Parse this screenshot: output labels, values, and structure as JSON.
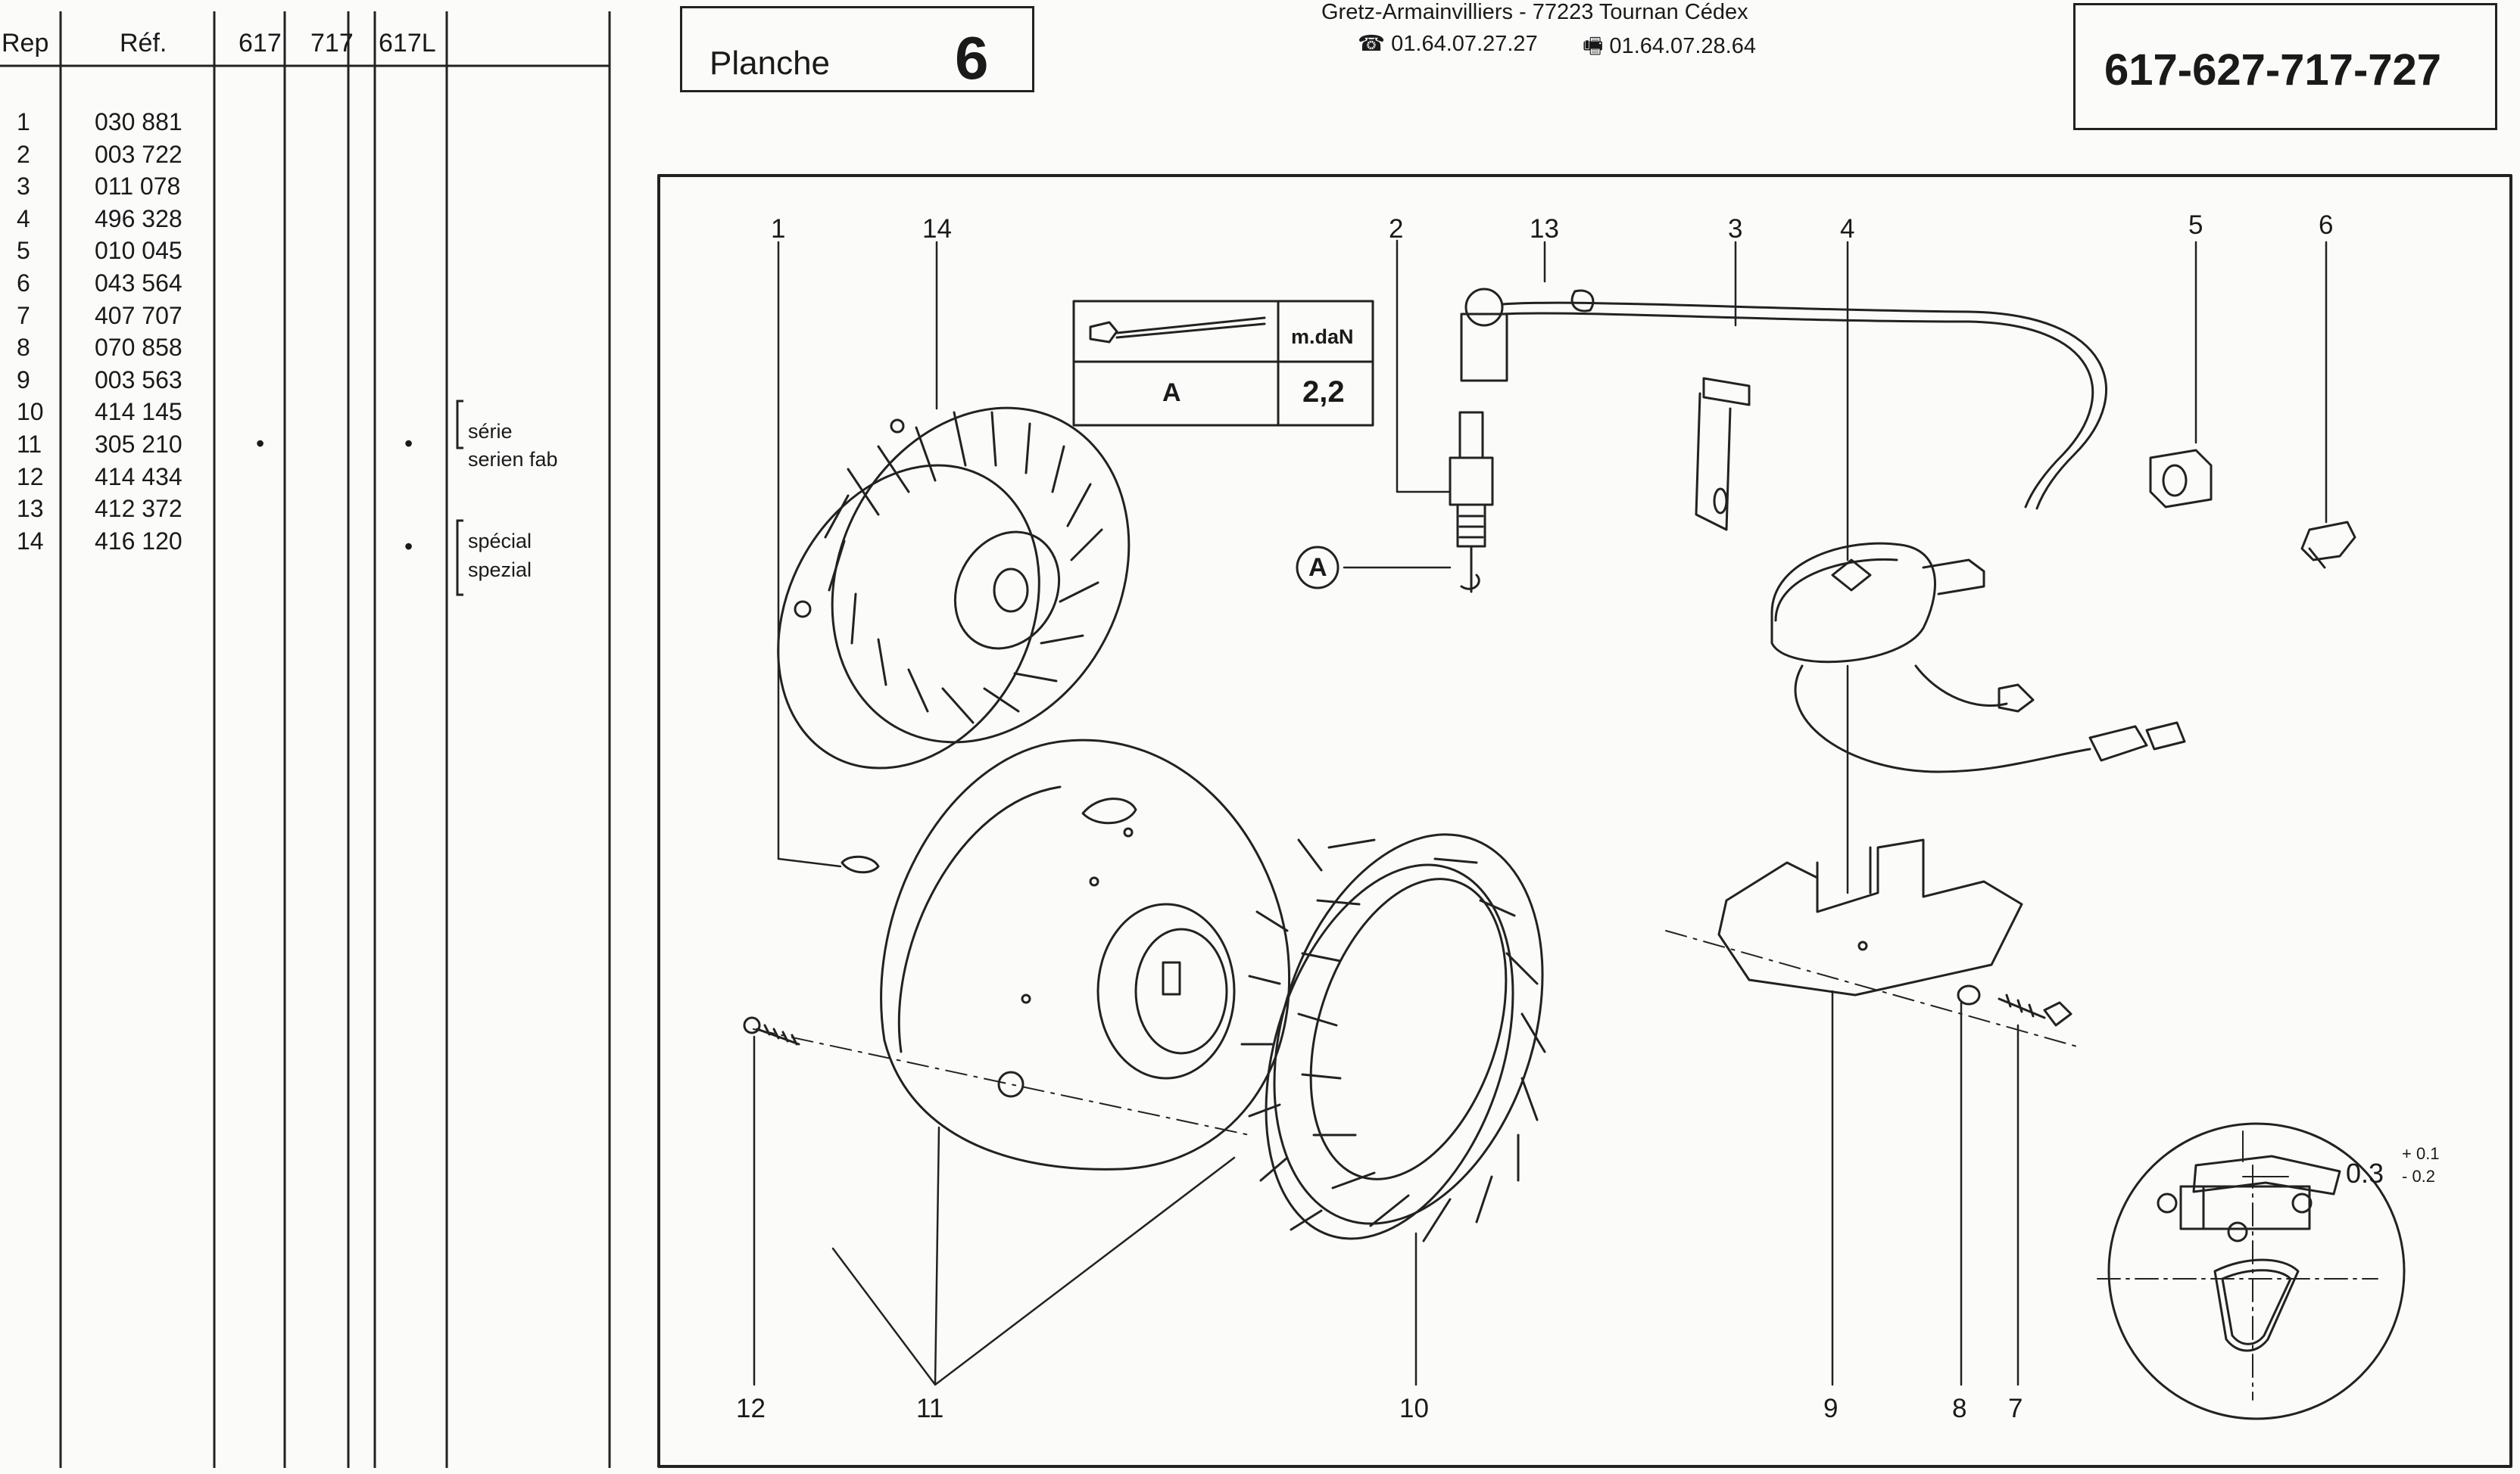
{
  "parts_table": {
    "columns": [
      "Rep",
      "Réf.",
      "617",
      "717",
      "617L"
    ],
    "rows": [
      {
        "rep": "1",
        "ref": "030 881"
      },
      {
        "rep": "2",
        "ref": "003 722"
      },
      {
        "rep": "3",
        "ref": "011 078"
      },
      {
        "rep": "4",
        "ref": "496 328"
      },
      {
        "rep": "5",
        "ref": "010 045"
      },
      {
        "rep": "6",
        "ref": "043 564"
      },
      {
        "rep": "7",
        "ref": "407 707"
      },
      {
        "rep": "8",
        "ref": "070 858"
      },
      {
        "rep": "9",
        "ref": "003 563"
      },
      {
        "rep": "10",
        "ref": "414 145"
      },
      {
        "rep": "11",
        "ref": "305 210"
      },
      {
        "rep": "12",
        "ref": "414 434"
      },
      {
        "rep": "13",
        "ref": "412 372"
      },
      {
        "rep": "14",
        "ref": "416 120"
      }
    ],
    "marks": [
      "•",
      "•",
      "•"
    ],
    "notes": {
      "serie": [
        "série",
        "serien fab"
      ],
      "special": [
        "spécial",
        "spezial"
      ]
    }
  },
  "planche": {
    "label": "Planche",
    "number": "6"
  },
  "address": {
    "line1": "Gretz-Armainvilliers - 77223 Tournan Cédex",
    "phone": "☎ 01.64.07.27.27",
    "fax": "🖷 01.64.07.28.64"
  },
  "models": "617-627-717-727",
  "torque_table": {
    "unit": "m.daN",
    "label": "A",
    "value": "2,2"
  },
  "callout_A": "A",
  "top_labels": [
    "1",
    "14",
    "2",
    "13",
    "3",
    "4",
    "5",
    "6"
  ],
  "bottom_labels": [
    "12",
    "11",
    "10",
    "9",
    "8",
    "7"
  ],
  "gap": {
    "value": "0.3",
    "tol_plus": "+ 0.1",
    "tol_minus": "- 0.2"
  }
}
